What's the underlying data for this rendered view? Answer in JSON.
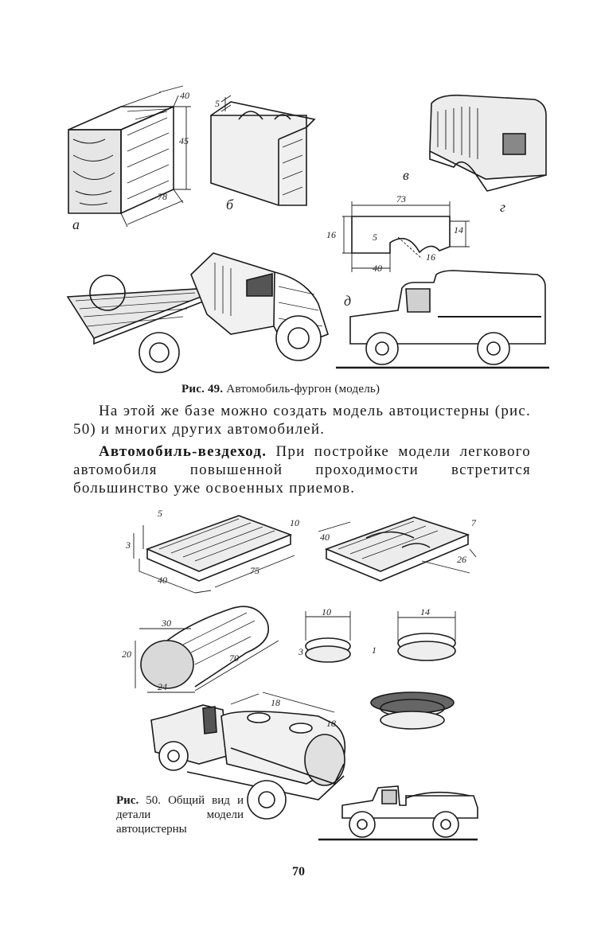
{
  "figure49": {
    "labels": {
      "a": "а",
      "b": "б",
      "v": "в",
      "g": "г",
      "d": "д"
    },
    "dims": {
      "block_40": "40",
      "block_45": "45",
      "block_78": "78",
      "cut_5": "5",
      "profile_73": "73",
      "profile_16": "16",
      "profile_14": "14",
      "profile_5": "5",
      "profile_16b": "16",
      "profile_40": "40"
    },
    "caption": {
      "number": "Рис. 49.",
      "text": "Автомобиль-фургон (модель)"
    }
  },
  "paragraph1": "На этой же базе можно создать модель автоцистерны (рис. 50) и многих других автомобилей.",
  "paragraph2": {
    "heading": "Автомобиль-вездеход.",
    "text": "При постройке модели легкового автомобиля повышенной проходимости встретится большинство уже освоенных приемов."
  },
  "figure50": {
    "dims": {
      "board_5": "5",
      "board_3": "3",
      "board_10": "10",
      "board_40": "40",
      "board_75": "75",
      "cut_40": "40",
      "cut_7": "7",
      "cut_26": "26",
      "tank_30": "30",
      "tank_20": "20",
      "tank_24": "24",
      "tank_70": "70",
      "disc1_10": "10",
      "disc1_3": "3",
      "disc2_14": "14",
      "disc2_1": "1",
      "truck_18a": "18",
      "truck_18b": "18"
    },
    "caption": {
      "number": "Рис.",
      "text": "50. Общий вид и детали модели автоцистерны"
    }
  },
  "page_number": "70"
}
